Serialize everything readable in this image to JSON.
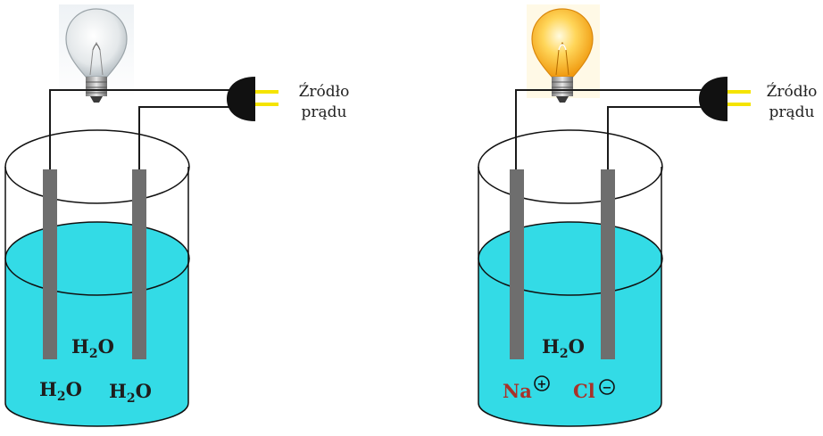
{
  "colors": {
    "water": "#33dbe6",
    "electrode": "#6e6e6e",
    "ion": "#a8322a",
    "molecule": "#1e1e1e",
    "plug_pin": "#f5e400",
    "bulb_lit": "#f7b21e"
  },
  "setups": [
    {
      "source_label_line1": "Źródło",
      "source_label_line2": "prądu",
      "bulb_state": "off",
      "molecules": [
        {
          "symbol": "H",
          "subscript": "2",
          "tail": "O"
        },
        {
          "symbol": "H",
          "subscript": "2",
          "tail": "O"
        },
        {
          "symbol": "H",
          "subscript": "2",
          "tail": "O"
        }
      ]
    },
    {
      "source_label_line1": "Źródło",
      "source_label_line2": "prądu",
      "bulb_state": "on",
      "molecules": [
        {
          "symbol": "H",
          "subscript": "2",
          "tail": "O"
        }
      ],
      "ions": [
        {
          "symbol": "Na",
          "charge": "+"
        },
        {
          "symbol": "Cl",
          "charge": "−"
        }
      ]
    }
  ]
}
